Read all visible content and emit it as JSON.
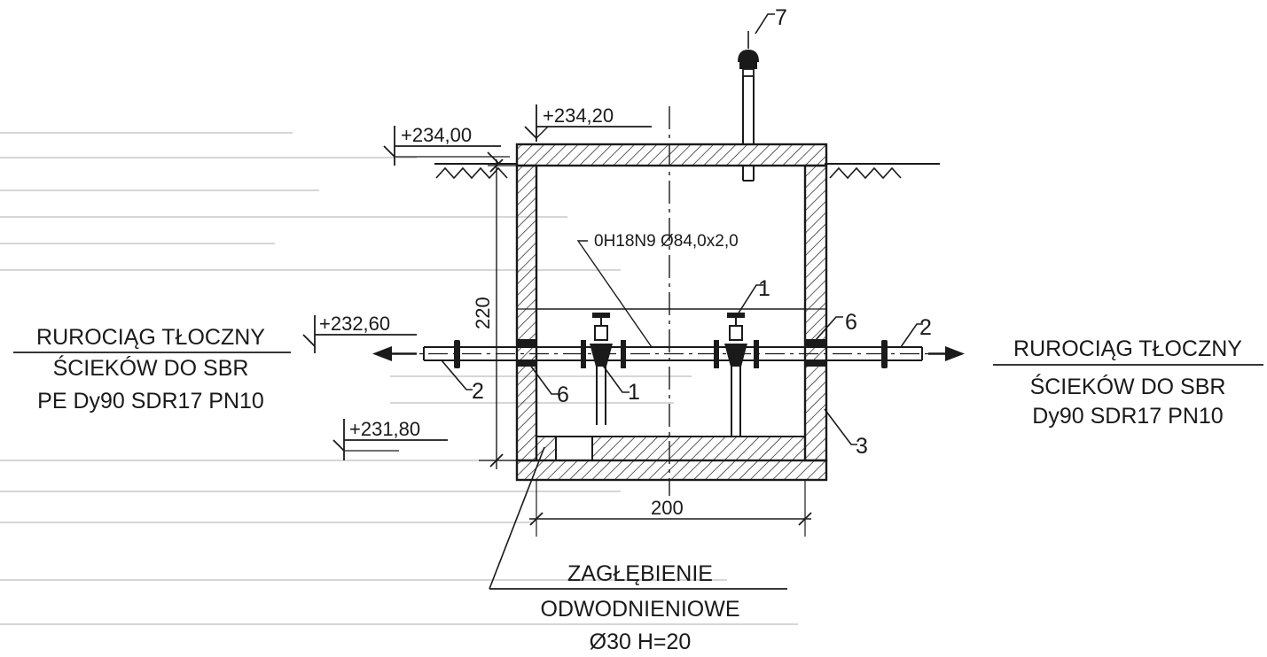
{
  "diagram": {
    "elevations": {
      "ground": "+234,00",
      "top": "+234,20",
      "pipe": "+232,60",
      "bottom": "+231,80"
    },
    "dimensions": {
      "height": "220",
      "width": "200"
    },
    "pipe_spec": "0H18N9  Ø84,0x2,0",
    "callouts": {
      "c1a": "1",
      "c1b": "1",
      "c2a": "2",
      "c2b": "2",
      "c3": "3",
      "c6a": "6",
      "c6b": "6",
      "c7": "7"
    },
    "left_label": {
      "line1": "RUROCIĄG TŁOCZNY",
      "line2": "ŚCIEKÓW  DO SBR",
      "line3": "PE  Dy90 SDR17 PN10"
    },
    "right_label": {
      "line1": "RUROCIĄG TŁOCZNY",
      "line2": "ŚCIEKÓW  DO SBR",
      "line3": "Dy90 SDR17 PN10"
    },
    "sump_label": {
      "line1": "ZAGŁĘBIENIE",
      "line2": "ODWODNIENIOWE",
      "line3": "Ø30 H=20"
    }
  }
}
